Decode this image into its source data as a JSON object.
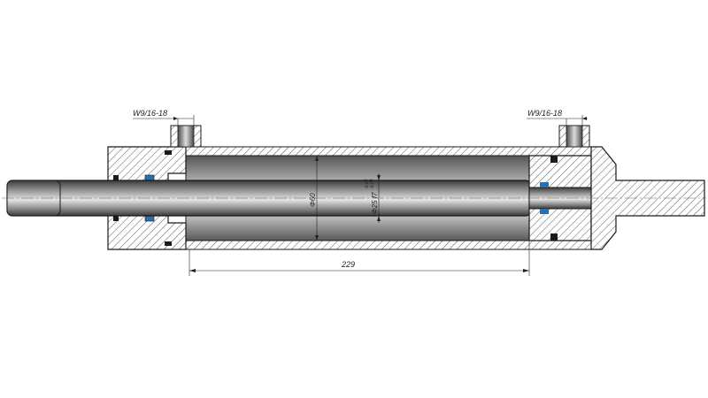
{
  "drawing": {
    "port_thread_left": "W9/16-18",
    "port_thread_right": "W9/16-18",
    "bore_diameter": "Φ60",
    "rod_diameter": "Φ25 f7",
    "rod_tolerance_upper": "-0.02",
    "rod_tolerance_lower": "-0.04",
    "stroke_length": "229"
  },
  "colors": {
    "background": "#ffffff",
    "outline": "#1a1a1a",
    "hatch": "#555555",
    "seal": "#2a6fb0",
    "metal_dark": "#4a4a4a",
    "metal_light": "#d8d8d8"
  }
}
